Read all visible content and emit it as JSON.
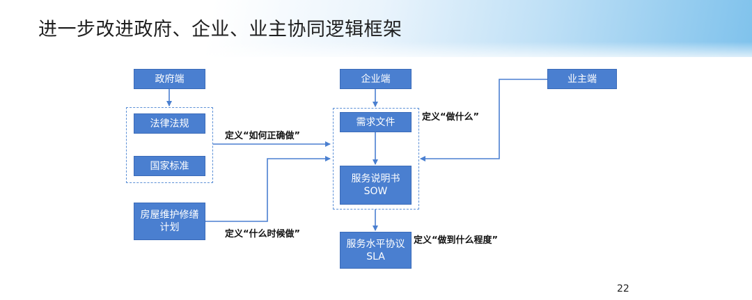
{
  "slide": {
    "title": "进一步改进政府、企业、业主协同逻辑框架",
    "page_number": "22"
  },
  "nodes": {
    "gov": "政府端",
    "laws": "法律法规",
    "standards": "国家标准",
    "housing_plan_line1": "房屋维护修缮",
    "housing_plan_line2": "计划",
    "enterprise": "企业端",
    "requirements": "需求文件",
    "sow_line1": "服务说明书",
    "sow_line2": "SOW",
    "sla_line1": "服务水平协议",
    "sla_line2": "SLA",
    "owner": "业主端"
  },
  "edge_labels": {
    "how": "定义“如何正确做”",
    "what": "定义“做什么”",
    "when": "定义“什么时候做”",
    "extent": "定义“做到什么程度”"
  }
}
